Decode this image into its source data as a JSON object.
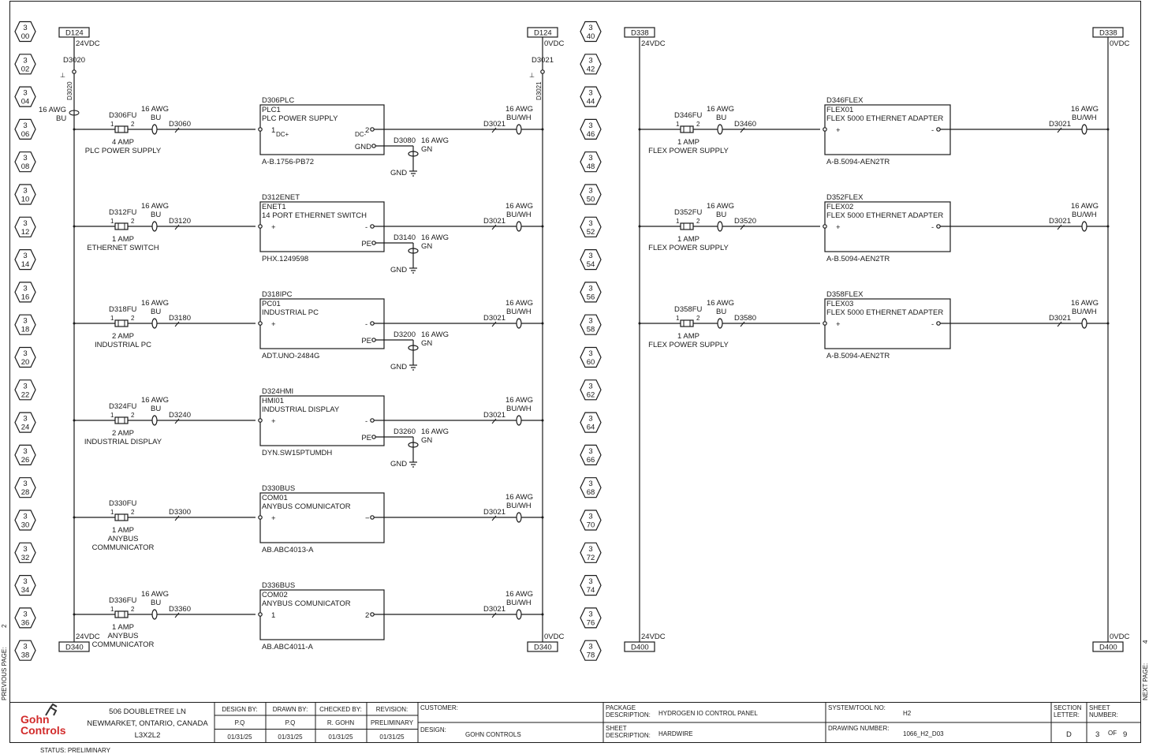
{
  "left_refs": [
    {
      "top": "3",
      "bottom": "00"
    },
    {
      "top": "3",
      "bottom": "02"
    },
    {
      "top": "3",
      "bottom": "04"
    },
    {
      "top": "3",
      "bottom": "06"
    },
    {
      "top": "3",
      "bottom": "08"
    },
    {
      "top": "3",
      "bottom": "10"
    },
    {
      "top": "3",
      "bottom": "12"
    },
    {
      "top": "3",
      "bottom": "14"
    },
    {
      "top": "3",
      "bottom": "16"
    },
    {
      "top": "3",
      "bottom": "18"
    },
    {
      "top": "3",
      "bottom": "20"
    },
    {
      "top": "3",
      "bottom": "22"
    },
    {
      "top": "3",
      "bottom": "24"
    },
    {
      "top": "3",
      "bottom": "26"
    },
    {
      "top": "3",
      "bottom": "28"
    },
    {
      "top": "3",
      "bottom": "30"
    },
    {
      "top": "3",
      "bottom": "32"
    },
    {
      "top": "3",
      "bottom": "34"
    },
    {
      "top": "3",
      "bottom": "36"
    },
    {
      "top": "3",
      "bottom": "38"
    }
  ],
  "mid_refs": [
    {
      "top": "3",
      "bottom": "40"
    },
    {
      "top": "3",
      "bottom": "42"
    },
    {
      "top": "3",
      "bottom": "44"
    },
    {
      "top": "3",
      "bottom": "46"
    },
    {
      "top": "3",
      "bottom": "48"
    },
    {
      "top": "3",
      "bottom": "50"
    },
    {
      "top": "3",
      "bottom": "52"
    },
    {
      "top": "3",
      "bottom": "54"
    },
    {
      "top": "3",
      "bottom": "56"
    },
    {
      "top": "3",
      "bottom": "58"
    },
    {
      "top": "3",
      "bottom": "60"
    },
    {
      "top": "3",
      "bottom": "62"
    },
    {
      "top": "3",
      "bottom": "64"
    },
    {
      "top": "3",
      "bottom": "66"
    },
    {
      "top": "3",
      "bottom": "68"
    },
    {
      "top": "3",
      "bottom": "70"
    },
    {
      "top": "3",
      "bottom": "72"
    },
    {
      "top": "3",
      "bottom": "74"
    },
    {
      "top": "3",
      "bottom": "76"
    },
    {
      "top": "3",
      "bottom": "78"
    }
  ],
  "left_bus": {
    "top_left_tag": "D124",
    "top_left_volt": "24VDC",
    "top_right_tag": "D124",
    "top_right_volt": "0VDC",
    "bottom_left_tag": "D340",
    "bottom_left_volt": "24VDC",
    "bottom_right_tag": "D340",
    "bottom_right_volt": "0VDC",
    "left_term": "D3020",
    "left_term_v": "D3020",
    "right_term": "D3021",
    "right_term_v": "D3021",
    "main_awg": "16 AWG",
    "main_color": "BU"
  },
  "right_bus": {
    "top_left_tag": "D338",
    "top_left_volt": "24VDC",
    "top_right_tag": "D338",
    "top_right_volt": "0VDC",
    "bottom_left_tag": "D400",
    "bottom_left_volt": "24VDC",
    "bottom_right_tag": "D400",
    "bottom_right_volt": "0VDC"
  },
  "left_rungs": [
    {
      "fuse": "D306FU",
      "p1": "1",
      "p2": "2",
      "rating": "4 AMP",
      "desc1": "PLC POWER SUPPLY",
      "desc2": "",
      "awg": "16 AWG",
      "color": "BU",
      "wire": "D3060",
      "dev_tag": "D306PLC",
      "dev_id": "PLC1",
      "dev_name": "PLC POWER SUPPLY",
      "part": "A-B.1756-PB72",
      "in_lbl": "1",
      "in_sub": "DC+",
      "out_lbl": "2",
      "out_sub": "DC-",
      "gnd_lbl": "GND",
      "gnd_wire": "D3080",
      "gnd_awg": "16 AWG",
      "gnd_color": "GN",
      "gnd_text": "GND",
      "ret_awg": "16 AWG",
      "ret_color": "BU/WH",
      "ret_wire": "D3021"
    },
    {
      "fuse": "D312FU",
      "p1": "1",
      "p2": "2",
      "rating": "1 AMP",
      "desc1": "ETHERNET SWITCH",
      "desc2": "",
      "awg": "16 AWG",
      "color": "BU",
      "wire": "D3120",
      "dev_tag": "D312ENET",
      "dev_id": "ENET1",
      "dev_name": "14 PORT ETHERNET SWITCH",
      "part": "PHX.1249598",
      "in_lbl": "+",
      "in_sub": "",
      "out_lbl": "-",
      "out_sub": "",
      "gnd_lbl": "PE",
      "gnd_wire": "D3140",
      "gnd_awg": "16 AWG",
      "gnd_color": "GN",
      "gnd_text": "GND",
      "ret_awg": "16 AWG",
      "ret_color": "BU/WH",
      "ret_wire": "D3021"
    },
    {
      "fuse": "D318FU",
      "p1": "1",
      "p2": "2",
      "rating": "2 AMP",
      "desc1": "INDUSTRIAL PC",
      "desc2": "",
      "awg": "16 AWG",
      "color": "BU",
      "wire": "D3180",
      "dev_tag": "D318IPC",
      "dev_id": "PC01",
      "dev_name": "INDUSTRIAL PC",
      "part": "ADT.UNO-2484G",
      "in_lbl": "+",
      "in_sub": "",
      "out_lbl": "-",
      "out_sub": "",
      "gnd_lbl": "PE",
      "gnd_wire": "D3200",
      "gnd_awg": "16 AWG",
      "gnd_color": "GN",
      "gnd_text": "GND",
      "ret_awg": "16 AWG",
      "ret_color": "BU/WH",
      "ret_wire": "D3021"
    },
    {
      "fuse": "D324FU",
      "p1": "1",
      "p2": "2",
      "rating": "2 AMP",
      "desc1": "INDUSTRIAL DISPLAY",
      "desc2": "",
      "awg": "16 AWG",
      "color": "BU",
      "wire": "D3240",
      "dev_tag": "D324HMI",
      "dev_id": "HMI01",
      "dev_name": "INDUSTRIAL DISPLAY",
      "part": "DYN.SW15PTUMDH",
      "in_lbl": "+",
      "in_sub": "",
      "out_lbl": "-",
      "out_sub": "",
      "gnd_lbl": "PE",
      "gnd_wire": "D3260",
      "gnd_awg": "16 AWG",
      "gnd_color": "GN",
      "gnd_text": "GND",
      "ret_awg": "16 AWG",
      "ret_color": "BU/WH",
      "ret_wire": "D3021"
    },
    {
      "fuse": "D330FU",
      "p1": "1",
      "p2": "2",
      "rating": "1 AMP",
      "desc1": "ANYBUS",
      "desc2": "COMMUNICATOR",
      "awg": "",
      "color": "",
      "wire": "D3300",
      "dev_tag": "D330BUS",
      "dev_id": "COM01",
      "dev_name": "ANYBUS COMUNICATOR",
      "part": "AB.ABC4013-A",
      "in_lbl": "+",
      "in_sub": "",
      "out_lbl": "−",
      "out_sub": "",
      "gnd_lbl": "",
      "gnd_wire": "",
      "gnd_awg": "",
      "gnd_color": "",
      "gnd_text": "",
      "ret_awg": "16 AWG",
      "ret_color": "BU/WH",
      "ret_wire": "D3021"
    },
    {
      "fuse": "D336FU",
      "p1": "1",
      "p2": "2",
      "rating": "1 AMP",
      "desc1": "ANYBUS",
      "desc2": "COMMUNICATOR",
      "awg": "16 AWG",
      "color": "BU",
      "wire": "D3360",
      "dev_tag": "D336BUS",
      "dev_id": "COM02",
      "dev_name": "ANYBUS COMUNICATOR",
      "part": "AB.ABC4011-A",
      "in_lbl": "1",
      "in_sub": "",
      "out_lbl": "2",
      "out_sub": "",
      "gnd_lbl": "",
      "gnd_wire": "",
      "gnd_awg": "",
      "gnd_color": "",
      "gnd_text": "",
      "ret_awg": "16 AWG",
      "ret_color": "BU/WH",
      "ret_wire": "D3021"
    }
  ],
  "right_rungs": [
    {
      "fuse": "D346FU",
      "p1": "1",
      "p2": "2",
      "rating": "1 AMP",
      "desc1": "FLEX POWER SUPPLY",
      "awg": "16 AWG",
      "color": "BU",
      "wire": "D3460",
      "dev_tag": "D346FLEX",
      "dev_id": "FLEX01",
      "dev_name": "FLEX 5000 ETHERNET ADAPTER",
      "part": "A-B.5094-AEN2TR",
      "in_lbl": "+",
      "out_lbl": "-",
      "ret_awg": "16 AWG",
      "ret_color": "BU/WH",
      "ret_wire": "D3021"
    },
    {
      "fuse": "D352FU",
      "p1": "1",
      "p2": "2",
      "rating": "1 AMP",
      "desc1": "FLEX POWER SUPPLY",
      "awg": "16 AWG",
      "color": "BU",
      "wire": "D3520",
      "dev_tag": "D352FLEX",
      "dev_id": "FLEX02",
      "dev_name": "FLEX 5000 ETHERNET ADAPTER",
      "part": "A-B.5094-AEN2TR",
      "in_lbl": "+",
      "out_lbl": "-",
      "ret_awg": "16 AWG",
      "ret_color": "BU/WH",
      "ret_wire": "D3021"
    },
    {
      "fuse": "D358FU",
      "p1": "1",
      "p2": "2",
      "rating": "1 AMP",
      "desc1": "FLEX POWER SUPPLY",
      "awg": "16 AWG",
      "color": "BU",
      "wire": "D3580",
      "dev_tag": "D358FLEX",
      "dev_id": "FLEX03",
      "dev_name": "FLEX 5000 ETHERNET ADAPTER",
      "part": "A-B.5094-AEN2TR",
      "in_lbl": "+",
      "out_lbl": "-",
      "ret_awg": "16 AWG",
      "ret_color": "BU/WH",
      "ret_wire": "D3021"
    }
  ],
  "side": {
    "prev_label": "PREVIOUS PAGE:",
    "prev_num": "2",
    "next_label": "NEXT PAGE:",
    "next_num": "4"
  },
  "title_block": {
    "logo_line1": "Gohn",
    "logo_line2": "Controls",
    "addr1": "506 DOUBLETREE LN",
    "addr2": "NEWMARKET, ONTARIO, CANADA",
    "addr3": "L3X2L2",
    "design_by_h": "DESIGN BY:",
    "design_by": "P.Q",
    "design_date": "01/31/25",
    "drawn_by_h": "DRAWN BY:",
    "drawn_by": "P.Q",
    "drawn_date": "01/31/25",
    "checked_by_h": "CHECKED BY:",
    "checked_by": "R. GOHN",
    "checked_date": "01/31/25",
    "revision_h": "REVISION:",
    "revision": "PRELIMINARY",
    "revision_date": "01/31/25",
    "customer_h": "CUSTOMER:",
    "customer": "",
    "design_h": "DESIGN:",
    "design": "GOHN CONTROLS",
    "pkg_h1": "PACKAGE",
    "pkg_h2": "DESCRIPTION:",
    "pkg": "HYDROGEN IO CONTROL PANEL",
    "sheet_h1": "SHEET",
    "sheet_h2": "DESCRIPTION:",
    "sheet_desc": "HARDWIRE",
    "system_h": "SYSTEM/TOOL NO:",
    "system": "H2",
    "drawing_h": "DRAWING NUMBER:",
    "drawing": "1066_H2_D03",
    "section_h1": "SECTION",
    "section_h2": "LETTER:",
    "section": "D",
    "sheetnum_h1": "SHEET",
    "sheetnum_h2": "NUMBER:",
    "sheet_num": "3",
    "sheet_of": "OF",
    "sheet_total": "9"
  },
  "status": "STATUS: PRELIMINARY"
}
